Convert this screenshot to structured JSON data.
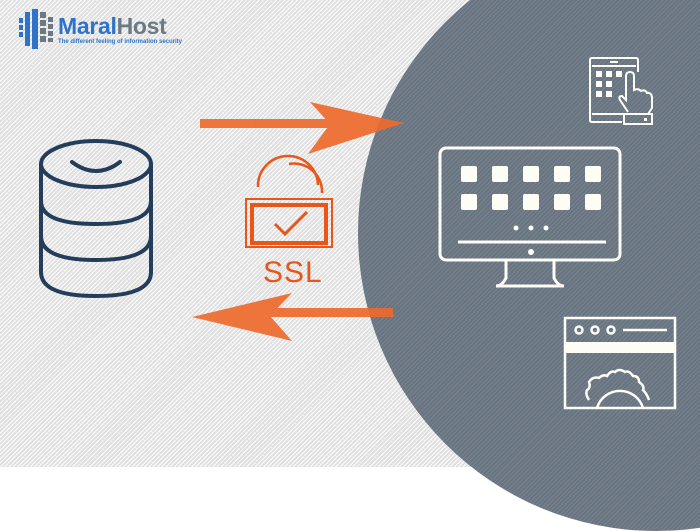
{
  "logo": {
    "brand_part1": "Maral",
    "brand_part2": "Host",
    "tagline": "The different feeling of information security",
    "icon": "building-blocks-logo-icon"
  },
  "diagram": {
    "ssl_label": "SSL",
    "nodes": [
      {
        "name": "database",
        "icon": "database-icon"
      },
      {
        "name": "ssl-lock",
        "icon": "padlock-check-icon"
      },
      {
        "name": "tablet",
        "icon": "tablet-touch-icon"
      },
      {
        "name": "desktop",
        "icon": "monitor-apps-icon"
      },
      {
        "name": "web-settings",
        "icon": "browser-gear-icon"
      }
    ],
    "arrows": [
      {
        "direction": "right",
        "from": "database",
        "to": "clients"
      },
      {
        "direction": "left",
        "from": "clients",
        "to": "database"
      }
    ]
  },
  "colors": {
    "accent_orange": "#e8561a",
    "arrow_orange": "#ee6a2c",
    "db_navy": "#233d5a",
    "circle_gray": "#707b89",
    "icon_white": "#fdfdf5",
    "brand_blue": "#2f73c9",
    "brand_gray": "#6d7a85"
  }
}
